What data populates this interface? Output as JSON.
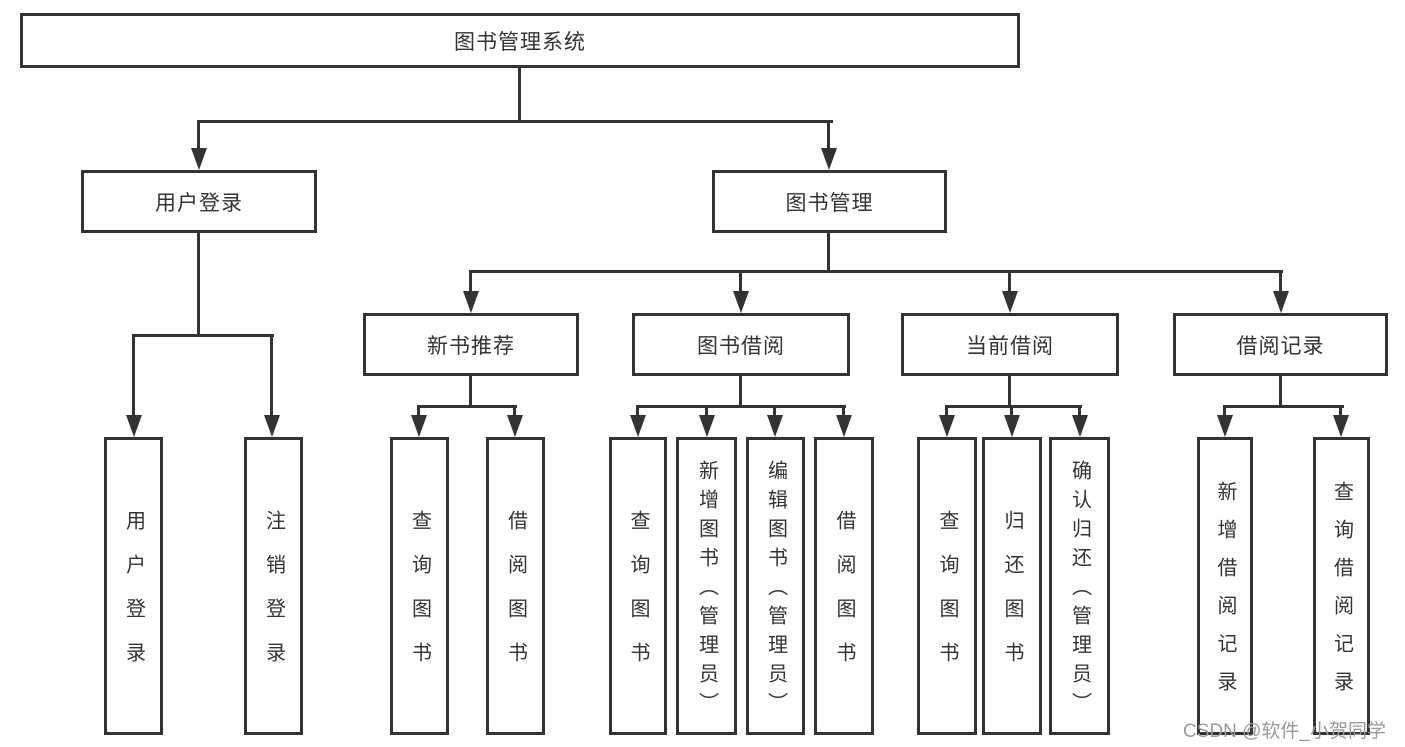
{
  "diagram": {
    "title": "图书管理系统",
    "level2": {
      "user_login": "用户登录",
      "book_management": "图书管理"
    },
    "level3": {
      "new_book_recommend": "新书推荐",
      "book_borrowing": "图书借阅",
      "current_borrowing": "当前借阅",
      "borrowing_records": "借阅记录"
    },
    "level4": {
      "user_login": "用户登录",
      "logout": "注销登录",
      "newrec_query_books": "查询图书",
      "newrec_borrow_books": "借阅图书",
      "borrow_query_books": "查询图书",
      "borrow_add_books": "新增图书（管理员）",
      "borrow_edit_books": "编辑图书（管理员）",
      "borrow_borrow_books": "借阅图书",
      "current_query_books": "查询图书",
      "current_return_books": "归还图书",
      "current_confirm_return": "确认归还（管理员）",
      "records_add_record": "新增借阅记录",
      "records_query_record": "查询借阅记录"
    }
  },
  "watermark": "CSDN @软件_小贺同学",
  "colors": {
    "line": "#333333",
    "text": "#333333",
    "watermark": "#999999",
    "background": "#ffffff"
  }
}
